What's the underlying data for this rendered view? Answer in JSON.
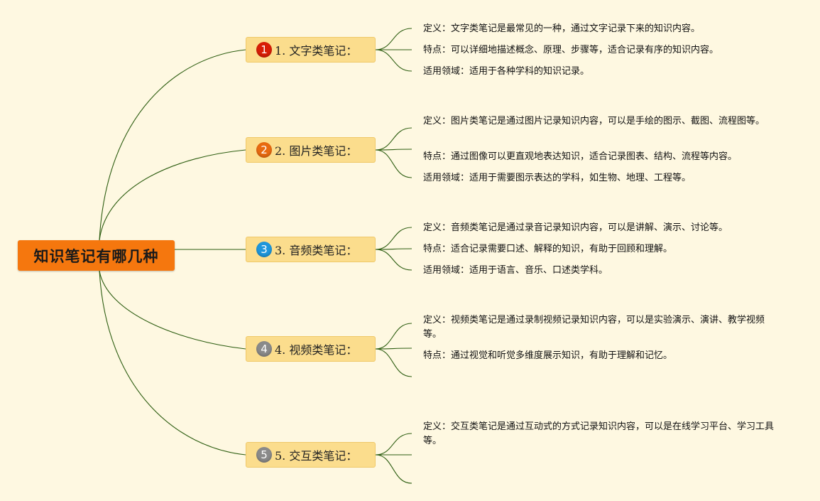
{
  "root": {
    "label": "知识笔记有哪几种"
  },
  "branches": [
    {
      "badge": "1",
      "badge_color": "#D81E06",
      "label": "1. 文字类笔记：",
      "details": [
        "定义：文字类笔记是最常见的一种，通过文字记录下来的知识内容。",
        "特点：可以详细地描述概念、原理、步骤等，适合记录有序的知识内容。",
        "适用领域：适用于各种学科的知识记录。"
      ]
    },
    {
      "badge": "2",
      "badge_color": "#E86A10",
      "label": "2. 图片类笔记：",
      "details": [
        "定义：图片类笔记是通过图片记录知识内容，可以是手绘的图示、截图、流程图等。",
        "特点：通过图像可以更直观地表达知识，适合记录图表、结构、流程等内容。",
        "适用领域：适用于需要图示表达的学科，如生物、地理、工程等。"
      ]
    },
    {
      "badge": "3",
      "badge_color": "#1E96DB",
      "label": "3. 音频类笔记：",
      "details": [
        "定义：音频类笔记是通过录音记录知识内容，可以是讲解、演示、讨论等。",
        "特点：适合记录需要口述、解释的知识，有助于回顾和理解。",
        "适用领域：适用于语言、音乐、口述类学科。"
      ]
    },
    {
      "badge": "4",
      "badge_color": "#8A8A8A",
      "label": "4. 视频类笔记：",
      "details": [
        "定义：视频类笔记是通过录制视频记录知识内容，可以是实验演示、演讲、教学视频等。",
        "特点：通过视觉和听觉多维度展示知识，有助于理解和记忆。",
        ""
      ]
    },
    {
      "badge": "5",
      "badge_color": "#8A8A8A",
      "label": "5. 交互类笔记：",
      "details": [
        "定义：交互类笔记是通过互动式的方式记录知识内容，可以是在线学习平台、学习工具等。",
        "",
        ""
      ]
    }
  ],
  "colors": {
    "background": "#FEF8E1",
    "root_fill": "#F5770E",
    "branch_fill": "#FBDD8D",
    "connector": "#2E5E12"
  }
}
